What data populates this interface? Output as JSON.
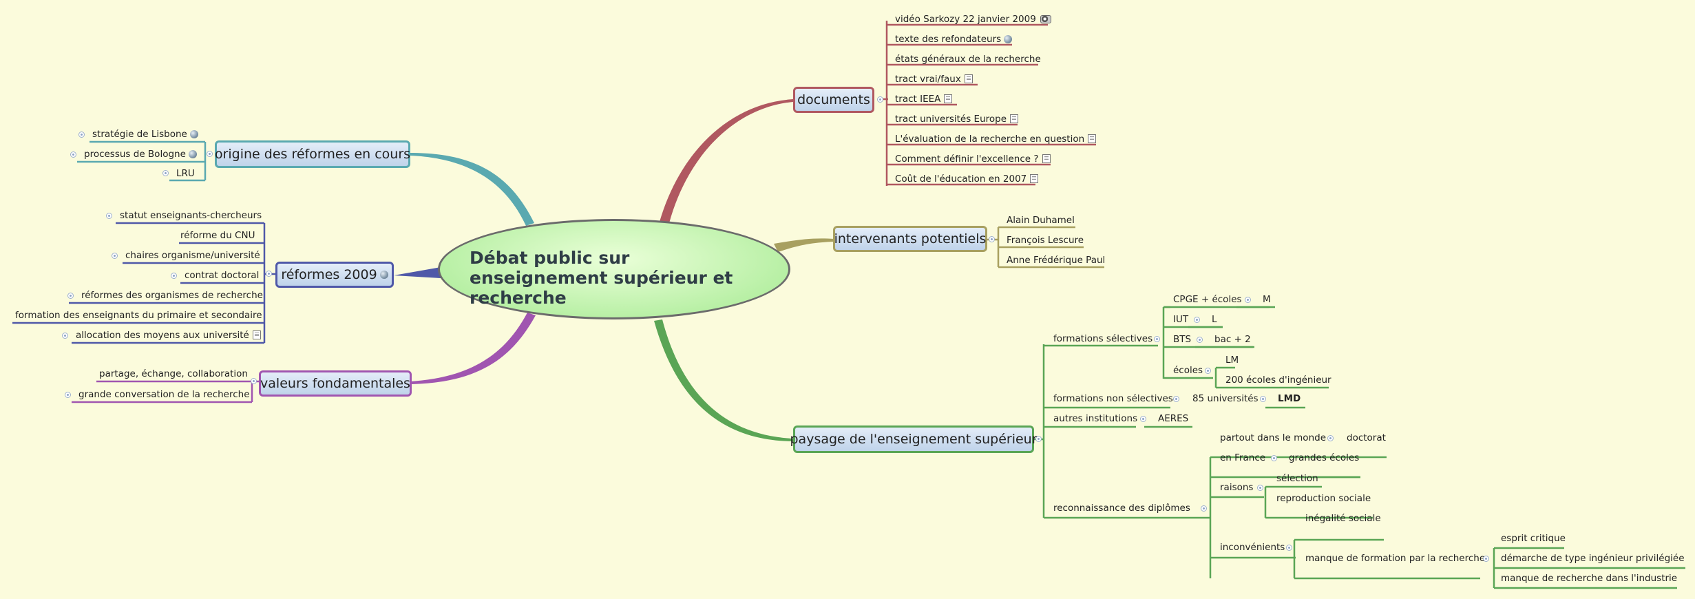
{
  "central": {
    "title": "Débat public sur enseignement supérieur et recherche"
  },
  "colors": {
    "background": "#fbfbdc",
    "documents": "#b05860",
    "intervenants": "#a8a060",
    "paysage": "#5aa555",
    "origine": "#5aa9b0",
    "reformes": "#4f58a8",
    "valeurs": "#a055b0"
  },
  "documents": {
    "label": "documents",
    "items": [
      "vidéo Sarkozy 22 janvier 2009",
      "texte des refondateurs",
      "états généraux de la recherche",
      "tract vrai/faux",
      "tract IEEA",
      "tract universités Europe",
      "L'évaluation de la recherche en question",
      "Comment définir l'excellence ?",
      "Coût de l'éducation en 2007"
    ]
  },
  "intervenants": {
    "label": "intervenants potentiels",
    "items": [
      "Alain Duhamel",
      "François Lescure",
      "Anne Frédérique Paul"
    ]
  },
  "paysage": {
    "label": "paysage de l'enseignement supérieur",
    "formations_selectives": {
      "label": "formations sélectives",
      "cpge": "CPGE + écoles",
      "m": "M",
      "iut": "IUT",
      "l": "L",
      "bts": "BTS",
      "bac2": "bac + 2",
      "ecoles": "écoles",
      "lm": "LM",
      "ecoles200": "200 écoles d'ingénieur"
    },
    "non_selectives": {
      "label": "formations non sélectives",
      "univ": "85 universités",
      "lmd": "LMD"
    },
    "autres": {
      "label": "autres institutions",
      "aeres": "AERES"
    },
    "reconnaissance": {
      "label": "reconnaissance des diplômes",
      "partout": "partout dans le monde",
      "doctorat": "doctorat",
      "france": "en France",
      "grandes": "grandes écoles",
      "raisons": "raisons",
      "selection": "sélection",
      "reproduction": "reproduction sociale",
      "inconvenients": "inconvénients",
      "inegalite": "inégalité sociale",
      "manque": "manque de formation par la recherche",
      "esprit": "esprit critique",
      "demarche": "démarche de type ingénieur privilégiée",
      "manque_industrie": "manque de recherche dans l'industrie"
    }
  },
  "origine": {
    "label": "origine des réformes en cours",
    "items": [
      "stratégie de Lisbone",
      "processus de Bologne",
      "LRU"
    ]
  },
  "reformes": {
    "label": "réformes 2009",
    "items": [
      "statut enseignants-chercheurs",
      "réforme du CNU",
      "chaires organisme/université",
      "contrat doctoral",
      "réformes des organismes de recherche",
      "formation des enseignants du primaire et secondaire",
      "allocation des moyens aux université"
    ]
  },
  "valeurs": {
    "label": "valeurs fondamentales",
    "items": [
      "partage, échange, collaboration",
      "grande conversation de la recherche"
    ]
  }
}
